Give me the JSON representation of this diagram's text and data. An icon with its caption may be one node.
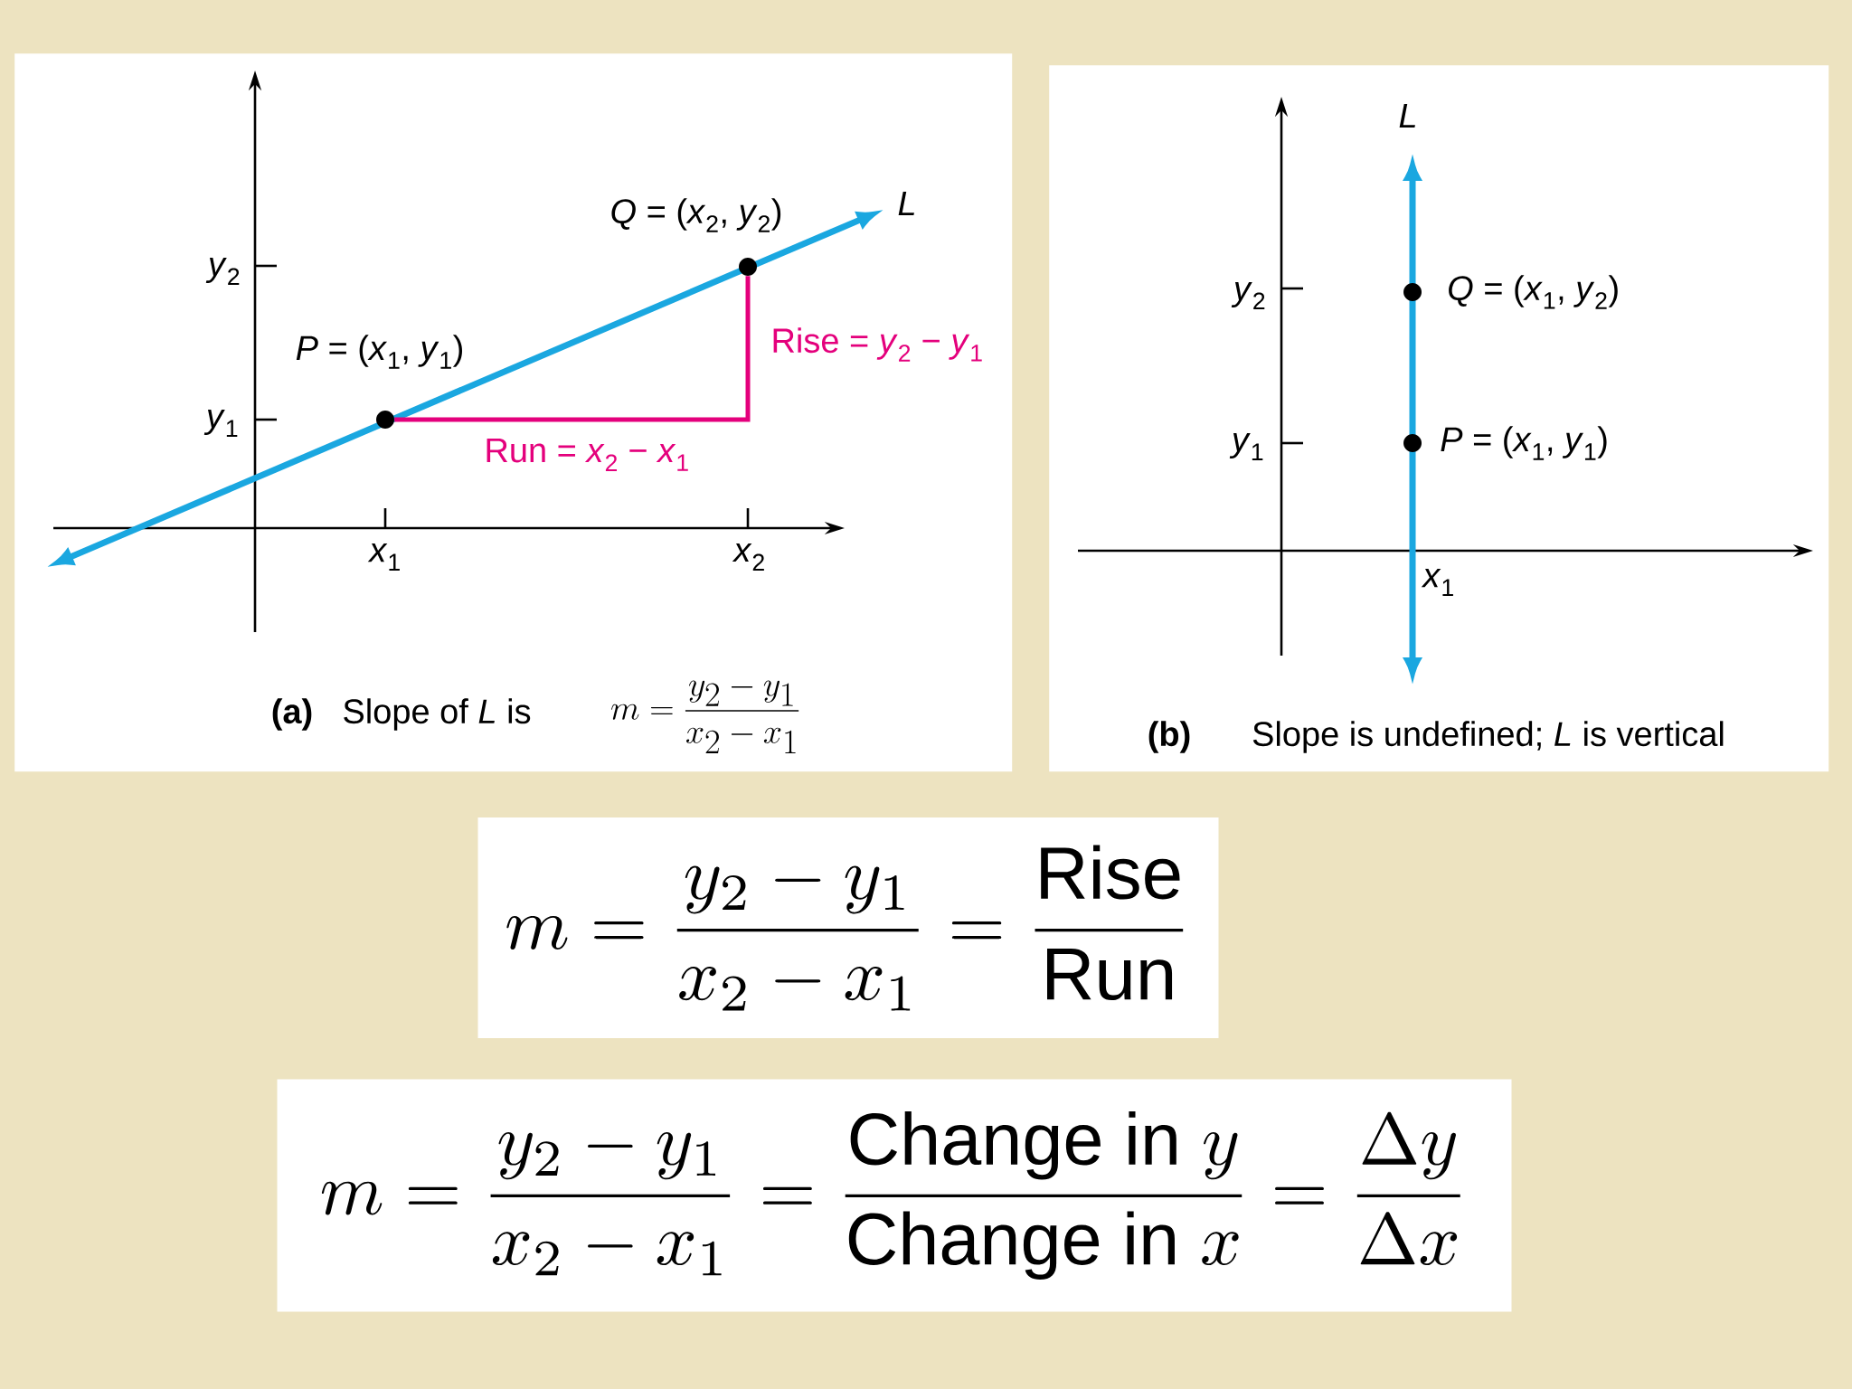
{
  "diagram": {
    "nodes": [
      {
        "text": [
          "(a)",
          "Slope of *L* is",
          "m = \\frac{y_2 - y_1}{x_2 - x_1}"
        ]
      },
      {
        "text": [],
        "shape": "circle",
        "in": 0,
        "beside": [
          "*P* = (*x*$_{1}$, *y*$_{1}$)"
        ]
      },
      {
        "text": [],
        "shape": "circle",
        "in": 0,
        "beside": [
          "*Q* = (*x*$_{2}$, *y*$_{2}$)"
        ]
      },
      {
        "text": [
          "(b)",
          "Slope is undefined; *L* is vertical"
        ]
      },
      {
        "text": [],
        "shape": "circle",
        "in": 3,
        "beside": [
          "*Q* = (*x*$_{1}$, *y*$_{2}$)"
        ]
      },
      {
        "text": [],
        "shape": "circle",
        "in": 3,
        "beside": [
          "*P* = (*x*$_{1}$, *y*$_{1}$)"
        ]
      },
      {
        "text": [
          "m = \\frac{y_2 - y_1}{x_2 - x_1} = \\frac{\\mathrm{Rise}}{\\mathrm{Run}}"
        ]
      },
      {
        "text": [
          "m = \\frac{y_2 - y_1}{x_2 - x_1} = \\frac{\\mathrm{Change\\ in}\\ y}{\\mathrm{Change\\ in}\\ x} = \\frac{\\Delta y}{\\Delta x}"
        ]
      }
    ],
    "edges": [
      {
        "from": 1,
        "to": 2,
        "arrow": "none",
        "color": "#e4007c"
      }
    ],
    "labels": [
      "*y*$_{2}$",
      "*y*$_{1}$",
      "*x*$_{1}$",
      "*x*$_{2}$",
      "*L*",
      "Run = *x*$_{2}$ − *x*$_{1}$",
      "Rise = *y*$_{2}$ − *y*$_{1}$",
      "*L*",
      "*y*$_{2}$",
      "*y*$_{1}$",
      "*x*$_{1}$"
    ]
  }
}
